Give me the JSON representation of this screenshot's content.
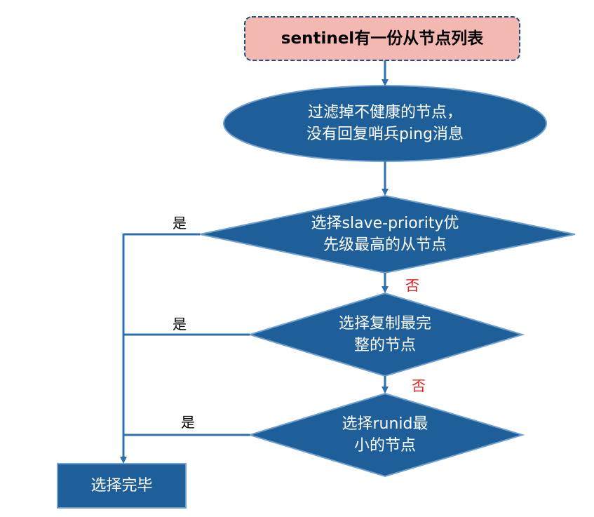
{
  "nodes": {
    "start": "sentinel有一份从节点列表",
    "filter": [
      "过滤掉不健康的节点，",
      "没有回复哨兵ping消息"
    ],
    "priority": [
      "选择slave-priority优",
      "先级最高的从节点"
    ],
    "replication": [
      "选择复制最完",
      "整的节点"
    ],
    "runid": [
      "选择runid最",
      "小的节点"
    ],
    "done": "选择完毕"
  },
  "edge_labels": {
    "yes": "是",
    "no": "否"
  },
  "colors": {
    "start_fill": "#f4b8b3",
    "start_border": "#1f4e79",
    "node_fill": "#1f5f99",
    "node_border": "#6fa0cf",
    "connector": "#2e6fb0",
    "no_label": "#e02020"
  }
}
